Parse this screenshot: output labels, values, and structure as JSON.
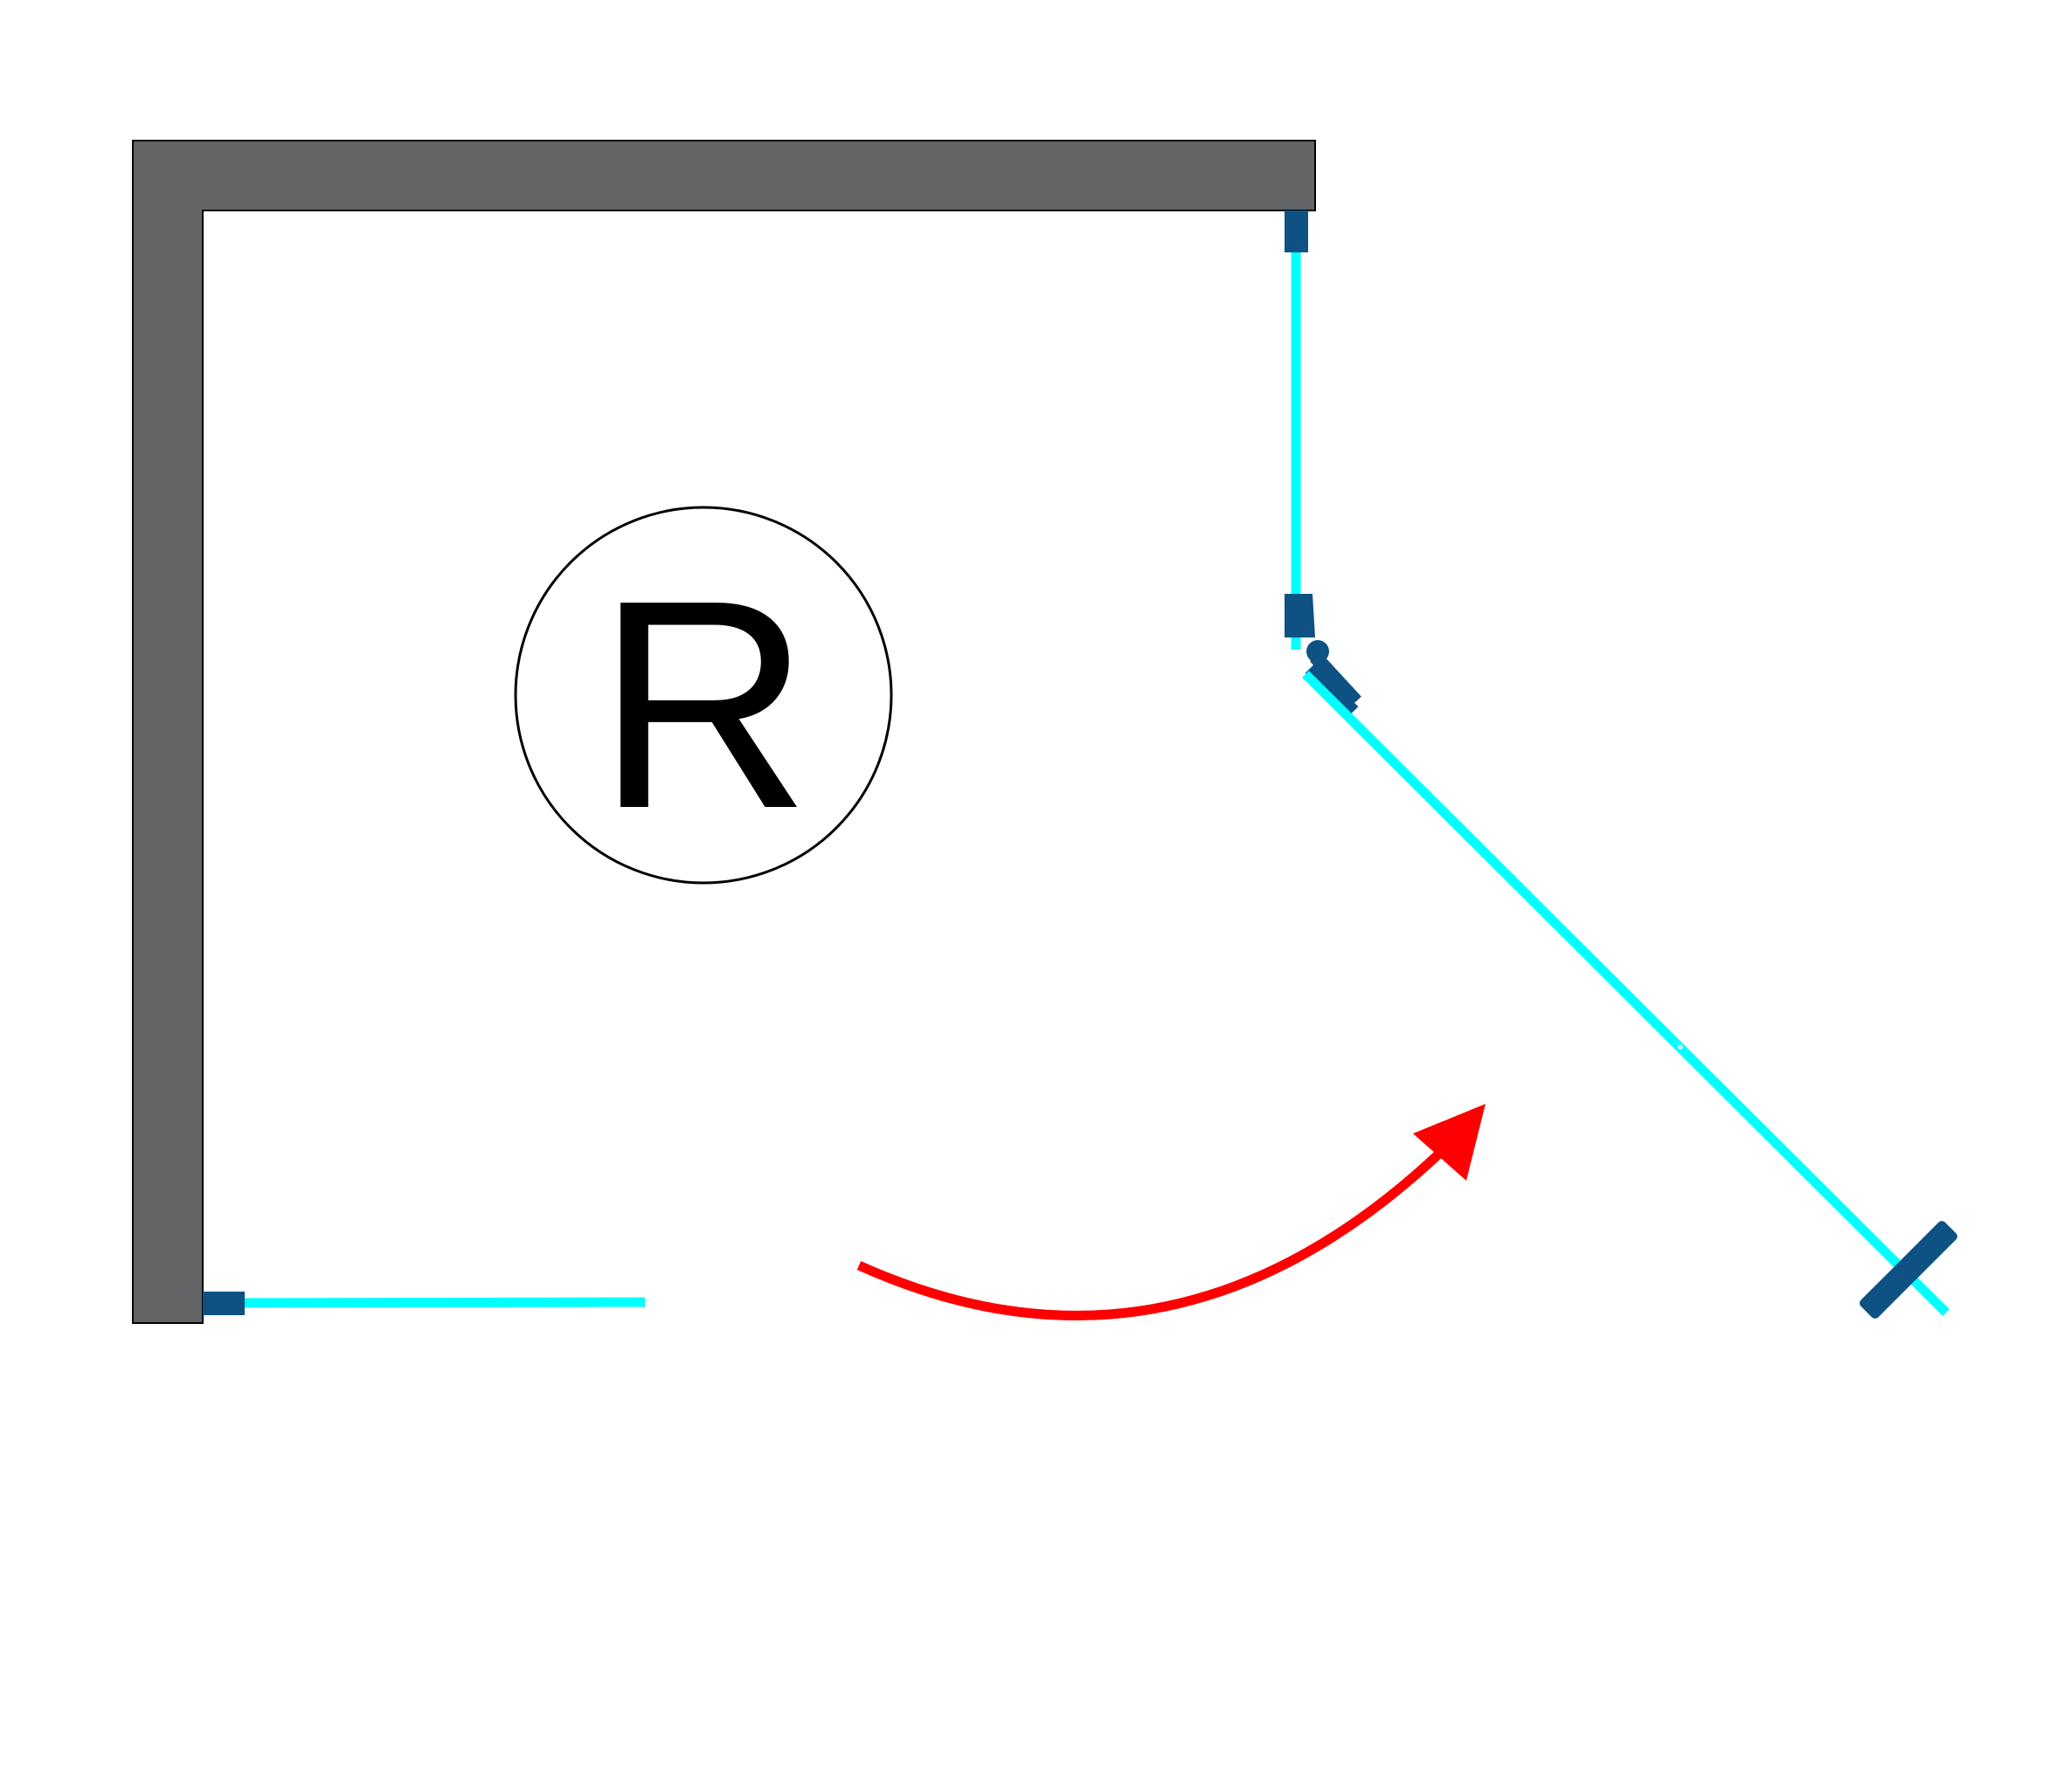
{
  "diagram": {
    "type": "shower-enclosure-plan",
    "hand_label": "R",
    "colors": {
      "wall": "#636466",
      "wall_outline": "#000000",
      "glass": "#00FFFF",
      "hardware": "#0D5283",
      "arrow": "#FF0000",
      "badge_outline": "#000000",
      "badge_text": "#000000",
      "background": "#FFFFFF"
    },
    "icons": {
      "hand_badge": "circle-letter",
      "swing_direction": "curved-arrow"
    }
  }
}
